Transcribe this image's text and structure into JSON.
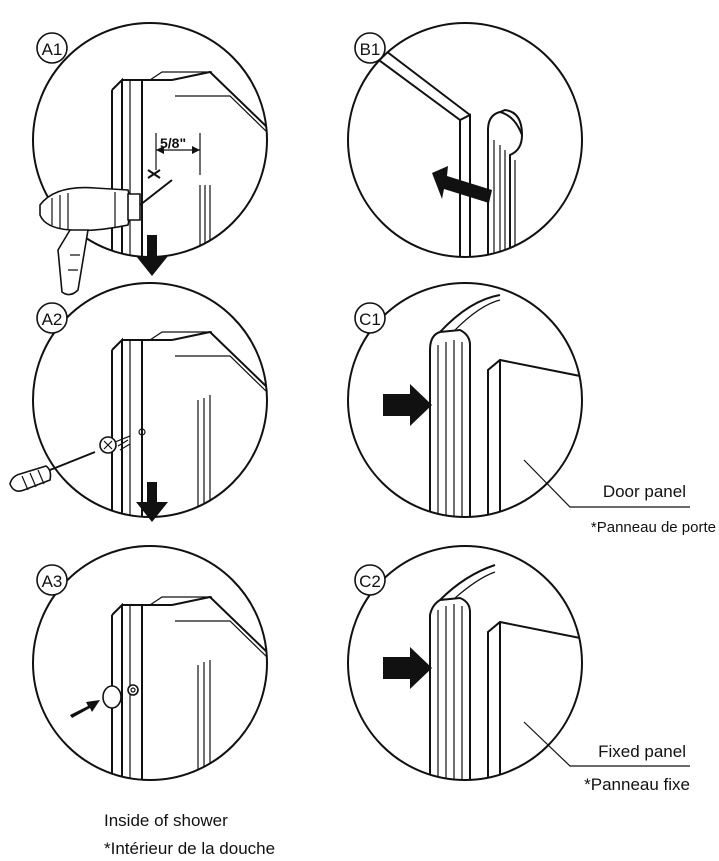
{
  "steps": {
    "a1": "A1",
    "a2": "A2",
    "a3": "A3",
    "b1": "B1",
    "c1": "C1",
    "c2": "C2"
  },
  "measurement": "5/8\"",
  "labels": {
    "door_panel": "Door panel",
    "door_panel_fr": "*Panneau de porte",
    "fixed_panel": "Fixed panel",
    "fixed_panel_fr": "*Panneau fixe",
    "inside_shower": "Inside of shower",
    "inside_shower_fr": "*Intérieur de la douche"
  },
  "colors": {
    "ink": "#111111",
    "background": "#ffffff"
  }
}
